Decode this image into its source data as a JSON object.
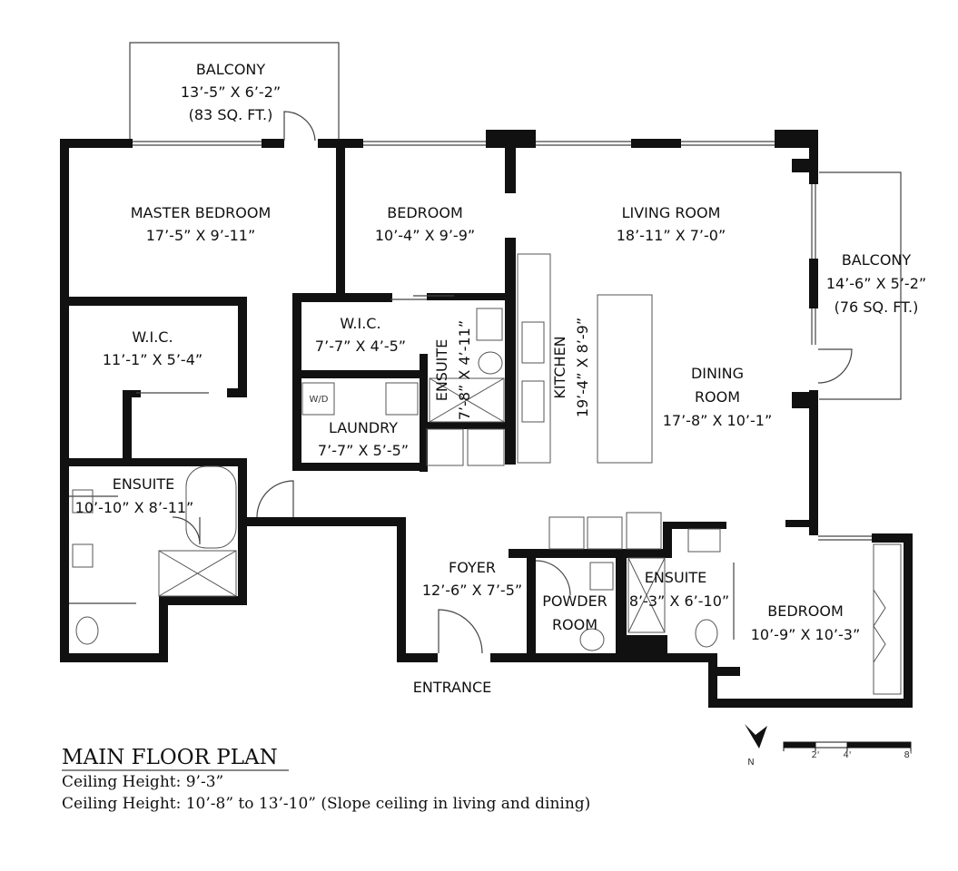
{
  "rooms": {
    "balcony_top": {
      "name": "BALCONY",
      "dims": "13’-5” X 6’-2”",
      "area": "(83 SQ. FT.)"
    },
    "master_bedroom": {
      "name": "MASTER BEDROOM",
      "dims": "17’-5” X 9’-11”"
    },
    "bedroom_2": {
      "name": "BEDROOM",
      "dims": "10’-4” X 9’-9”"
    },
    "living_room": {
      "name": "LIVING ROOM",
      "dims": "18’-11” X 7’-0”"
    },
    "balcony_right": {
      "name": "BALCONY",
      "dims": "14’-6” X 5’-2”",
      "area": "(76 SQ. FT.)"
    },
    "wic_master": {
      "name": "W.I.C.",
      "dims": "11’-1” X 5’-4”"
    },
    "wic_2": {
      "name": "W.I.C.",
      "dims": "7’-7” X 4’-5”"
    },
    "ensuite_small": {
      "name": "ENSUITE",
      "dims": "7’-8” X 4’-11”"
    },
    "kitchen": {
      "name": "KITCHEN",
      "dims": "19’-4” X 8’-9”"
    },
    "dining_room": {
      "name1": "DINING",
      "name2": "ROOM",
      "dims": "17’-8” X 10’-1”"
    },
    "laundry": {
      "name": "LAUNDRY",
      "dims": "7’-7” X 5’-5”",
      "appliance": "W/D"
    },
    "ensuite_master": {
      "name": "ENSUITE",
      "dims": "10’-10” X 8’-11”"
    },
    "foyer": {
      "name": "FOYER",
      "dims": "12’-6” X 7’-5”"
    },
    "powder_room": {
      "name1": "POWDER",
      "name2": "ROOM"
    },
    "ensuite_3": {
      "name": "ENSUITE",
      "dims": "8’-3” X 6’-10”"
    },
    "bedroom_3": {
      "name": "BEDROOM",
      "dims": "10’-9” X 10’-3”"
    },
    "entrance": {
      "name": "ENTRANCE"
    }
  },
  "legend": {
    "title": "MAIN FLOOR PLAN",
    "line1": "Ceiling Height: 9’-3”",
    "line2": "Ceiling Height: 10’-8” to 13’-10” (Slope ceiling in living and dining)"
  },
  "compass": {
    "label": "N"
  },
  "scale": {
    "t2": "2'",
    "t4": "4'",
    "t8": "8'"
  }
}
